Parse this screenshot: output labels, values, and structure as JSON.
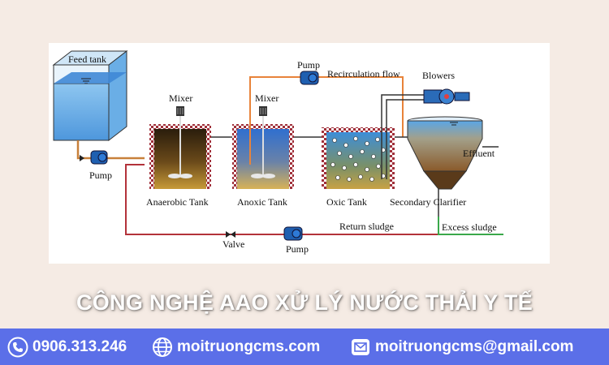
{
  "diagram": {
    "labels": {
      "feed_tank": "Feed tank",
      "mixer_1": "Mixer",
      "mixer_2": "Mixer",
      "pump_recirc": "Pump",
      "recirculation_flow": "Recirculation  flow",
      "blowers": "Blowers",
      "pump_feed": "Pump",
      "anaerobic_tank": "Anaerobic Tank",
      "anoxic_tank": "Anoxic Tank",
      "oxic_tank": "Oxic  Tank",
      "secondary_clarifier": "Secondary Clarifier",
      "effluent": "Effluent",
      "return_sludge": "Return sludge",
      "excess_sludge": "Excess sludge",
      "valve": "Valve",
      "pump_return": "Pump"
    },
    "colors": {
      "recirculation_line": "#e8833a",
      "return_line": "#b3323a",
      "excess_line": "#3aa84a",
      "tank_wall": "#a0303a",
      "water": "#4a9be0"
    }
  },
  "title": "CÔNG NGHỆ AAO XỬ LÝ NƯỚC THẢI Y TẾ",
  "contact": {
    "phone": "0906.313.246",
    "website": "moitruongcms.com",
    "email": "moitruongcms@gmail.com"
  },
  "icons": [
    "phone-icon",
    "globe-icon",
    "mail-icon"
  ]
}
